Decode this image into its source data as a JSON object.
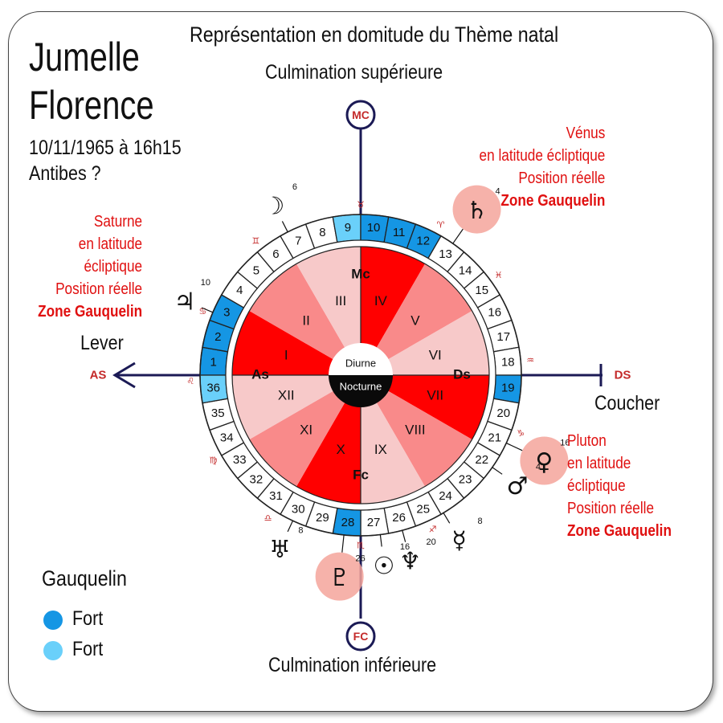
{
  "header": {
    "title": "Représentation en domitude du Thème natal",
    "subject_line1": "Jumelle",
    "subject_line2": "Florence",
    "birth_datetime": "10/11/1965 à 16h15",
    "birth_place": "Antibes ?"
  },
  "axes": {
    "top_label": "Culmination supérieure",
    "bottom_label": "Culmination inférieure",
    "left_label": "Lever",
    "right_label": "Coucher",
    "mc": "MC",
    "fc": "FC",
    "as": "AS",
    "ds": "DS"
  },
  "inner_wheel": {
    "angles": {
      "mc": "Mc",
      "fc": "Fc",
      "as": "As",
      "ds": "Ds"
    },
    "center_top": "Diurne",
    "center_bottom": "Nocturne",
    "houses": [
      "I",
      "II",
      "III",
      "IV",
      "V",
      "VI",
      "VII",
      "VIII",
      "IX",
      "X",
      "XI",
      "XII"
    ]
  },
  "outer_ring": {
    "sectors": [
      "1",
      "2",
      "3",
      "4",
      "5",
      "6",
      "7",
      "8",
      "9",
      "10",
      "11",
      "12",
      "13",
      "14",
      "15",
      "16",
      "17",
      "18",
      "19",
      "20",
      "21",
      "22",
      "23",
      "24",
      "25",
      "26",
      "27",
      "28",
      "29",
      "30",
      "31",
      "32",
      "33",
      "34",
      "35",
      "36"
    ],
    "strong_dark": [
      "1",
      "2",
      "3",
      "10",
      "11",
      "12",
      "19",
      "28"
    ],
    "strong_light": [
      "9",
      "36"
    ]
  },
  "zodiac_marks": [
    {
      "glyph": "♒",
      "angle": 5
    },
    {
      "glyph": "♑",
      "angle": -20
    },
    {
      "glyph": "♐",
      "angle": -65
    },
    {
      "glyph": "♏",
      "angle": -90
    },
    {
      "glyph": "♎",
      "angle": -123
    },
    {
      "glyph": "♍",
      "angle": -150
    },
    {
      "glyph": "♌",
      "angle": -178
    },
    {
      "glyph": "♋",
      "angle": 158
    },
    {
      "glyph": "♊",
      "angle": 128
    },
    {
      "glyph": "♉",
      "angle": 90
    },
    {
      "glyph": "♈",
      "angle": 62
    },
    {
      "glyph": "♓",
      "angle": 36
    }
  ],
  "planets": [
    {
      "name": "Vénus",
      "glyph": "♀",
      "degree": "16",
      "angle": -25,
      "highlight": true
    },
    {
      "name": "Mars",
      "glyph": "♂",
      "degree": "4",
      "angle": -35,
      "highlight": false
    },
    {
      "name": "Mercure",
      "glyph": "☿",
      "degree": "8",
      "angle": -59,
      "highlight": false
    },
    {
      "name": "Neptune",
      "glyph": "♆",
      "degree": "20",
      "angle": -75,
      "highlight": false
    },
    {
      "name": "Soleil",
      "glyph": "☉",
      "degree": "16",
      "angle": -83,
      "highlight": false
    },
    {
      "name": "Pluton",
      "glyph": "♇",
      "degree": "26",
      "angle": -96,
      "highlight": true
    },
    {
      "name": "Uranus",
      "glyph": "♅",
      "degree": "8",
      "angle": -115,
      "highlight": false
    },
    {
      "name": "Jupiter",
      "glyph": "♃",
      "degree": "10",
      "angle": 157,
      "highlight": false
    },
    {
      "name": "Lune",
      "glyph": "☽",
      "degree": "6",
      "angle": 117,
      "highlight": false
    },
    {
      "name": "Saturne",
      "glyph": "♄",
      "degree": "4",
      "angle": 55,
      "highlight": true
    }
  ],
  "annotations": {
    "venus": {
      "line1": "Vénus",
      "line2": "en latitude écliptique",
      "line3": "Position réelle",
      "line4": "Zone Gauquelin"
    },
    "saturn": {
      "line1": "Saturne",
      "line2": "en latitude",
      "line3": "écliptique",
      "line4": "Position réelle",
      "line5": "Zone Gauquelin"
    },
    "pluto": {
      "line1": "Pluton",
      "line2": "en latitude",
      "line3": "écliptique",
      "line4": "Position réelle",
      "line5": "Zone Gauquelin"
    }
  },
  "legend": {
    "title": "Gauquelin",
    "items": [
      {
        "label": "Fort",
        "color": "#1596e4"
      },
      {
        "label": "Fort",
        "color": "#6ad0fa"
      }
    ]
  },
  "colors": {
    "axis": "#1b1a55",
    "strong_dark": "#1596e4",
    "strong_light": "#6ad0fa",
    "house_red": "#ff0000",
    "house_mid": "#f98a8a",
    "house_light": "#f7c9c9",
    "label_red": "#e01010",
    "axis_label_red": "#c42a2a",
    "halo": "#f4a59b"
  }
}
